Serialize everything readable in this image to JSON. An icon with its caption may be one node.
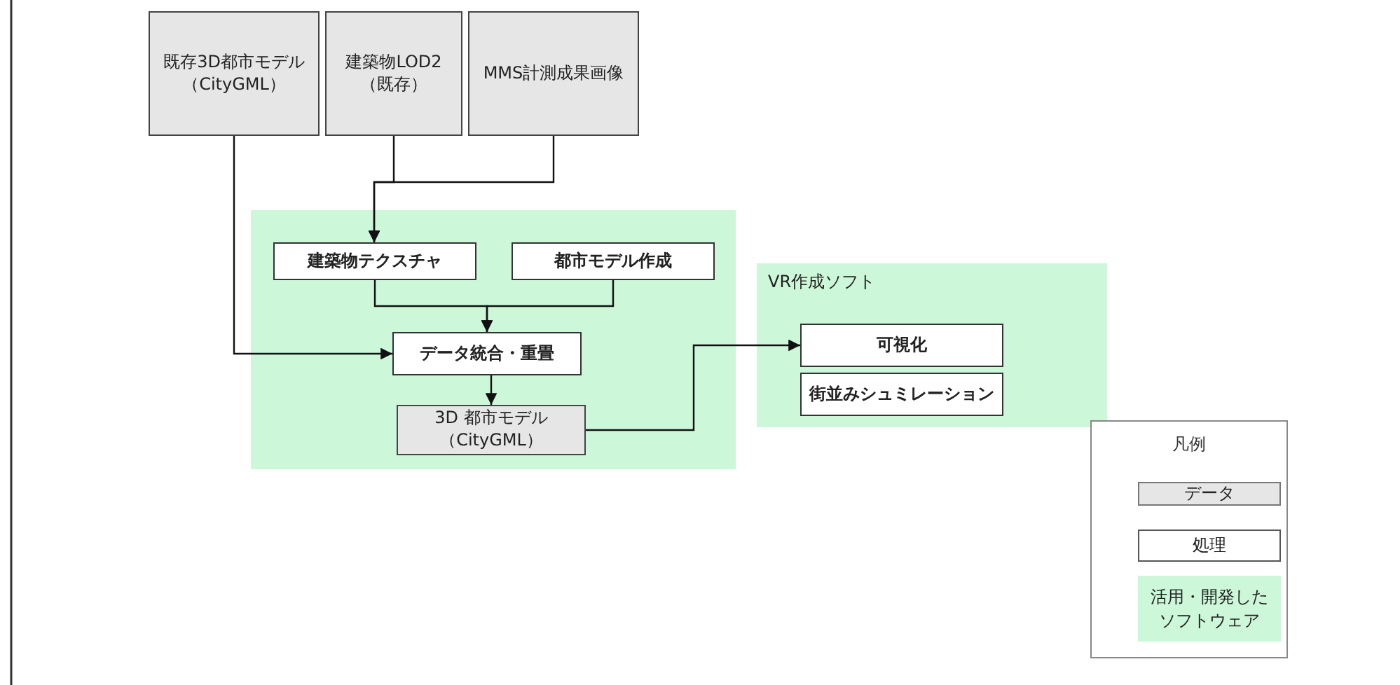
{
  "diagram": {
    "nodes": [
      {
        "text": [
          "既存3D都市モデル（CityGML）"
        ]
      },
      {
        "text": [
          "建築物LOD2（既存）"
        ]
      },
      {
        "text": [
          "MMS計測成果画像"
        ]
      },
      {
        "text": [],
        "shape": "box"
      },
      {
        "text": [
          "建築物テクスチャ"
        ],
        "in": 3
      },
      {
        "text": [
          "都市モデル作成"
        ],
        "in": 3
      },
      {
        "text": [
          "データ統合・重畳"
        ],
        "in": 3
      },
      {
        "text": [
          "3D 都市モデル（CityGML）"
        ],
        "in": 3
      },
      {
        "text": [
          "VR作成ソフト"
        ]
      },
      {
        "text": [
          "可視化"
        ],
        "in": 8
      },
      {
        "text": [
          "街並みシュミレーション"
        ],
        "in": 8
      }
    ],
    "edges": [
      {
        "from": 1,
        "to": 4,
        "arrow": "to"
      },
      {
        "from": 2,
        "to": 4,
        "arrow": "to"
      },
      {
        "from": 0,
        "to": 6,
        "arrow": "to"
      },
      {
        "from": 4,
        "to": 6,
        "arrow": "to"
      },
      {
        "from": 5,
        "to": 6,
        "arrow": "to"
      },
      {
        "from": 6,
        "to": 7,
        "arrow": "to"
      },
      {
        "from": 7,
        "to": 9,
        "arrow": "to"
      }
    ],
    "labels": [
      "凡例"
    ],
    "legend": [
      {
        "text": "データ",
        "color": "#e6e6e6"
      },
      {
        "text": "処理",
        "color": "#ffffff"
      },
      {
        "text": "活用・開発したソフトウェア",
        "color": "#ccf7d9"
      }
    ]
  }
}
